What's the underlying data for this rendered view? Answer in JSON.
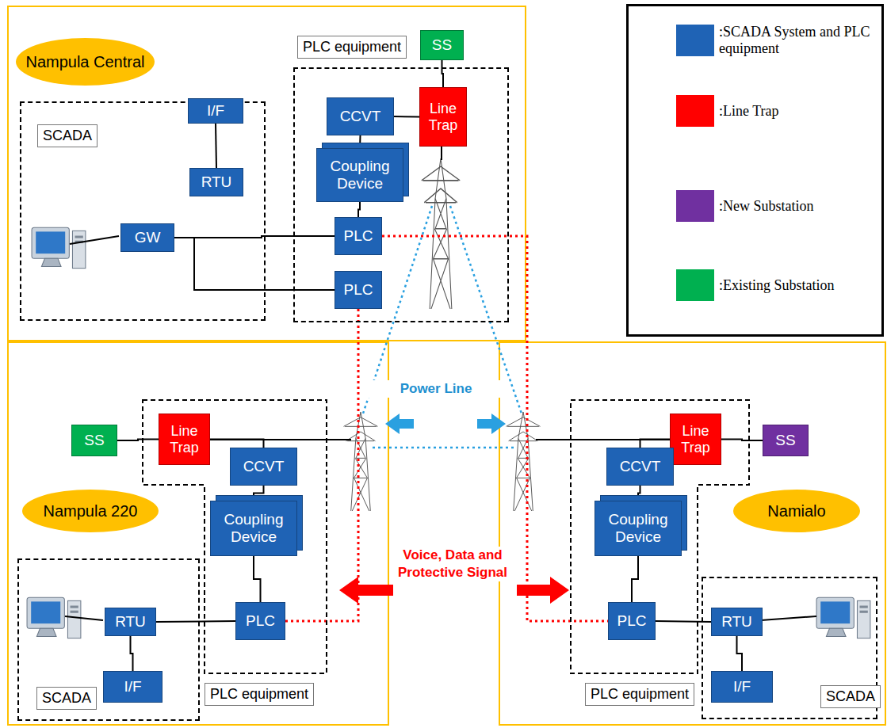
{
  "diagram": {
    "nodes": [
      {
        "text": [
          "Nampula Central"
        ]
      },
      {
        "text": [
          "SCADA"
        ]
      },
      {
        "text": [
          "I/F"
        ],
        "in": 1
      },
      {
        "text": [
          "RTU"
        ],
        "in": 1
      },
      {
        "text": [
          "GW"
        ],
        "in": 1
      },
      {
        "text": [
          "PLC equipment"
        ]
      },
      {
        "text": [
          "SS"
        ]
      },
      {
        "text": [
          "CCVT"
        ],
        "in": 5
      },
      {
        "text": [
          "Line Trap"
        ],
        "in": 5
      },
      {
        "text": [
          "Coupling Device"
        ],
        "in": 5
      },
      {
        "text": [
          "PLC"
        ],
        "in": 5
      },
      {
        "text": [
          "PLC"
        ],
        "in": 5
      },
      {
        "text": [
          "PLC equipment"
        ]
      },
      {
        "text": [
          "SS"
        ]
      },
      {
        "text": [
          "Line Trap"
        ],
        "in": 12
      },
      {
        "text": [
          "CCVT"
        ],
        "in": 12
      },
      {
        "text": [
          "Nampula 220"
        ]
      },
      {
        "text": [
          "Coupling Device"
        ],
        "in": 12
      },
      {
        "text": [
          "SCADA"
        ]
      },
      {
        "text": [
          "RTU"
        ],
        "in": 18
      },
      {
        "text": [
          "PLC"
        ],
        "in": 12
      },
      {
        "text": [
          "I/F"
        ],
        "in": 18
      },
      {
        "text": [
          "PLC equipment"
        ]
      },
      {
        "text": [
          "Line Trap"
        ],
        "in": 22
      },
      {
        "text": [
          "SS"
        ]
      },
      {
        "text": [
          "CCVT"
        ],
        "in": 22
      },
      {
        "text": [
          "Namialo"
        ]
      },
      {
        "text": [
          "Coupling Device"
        ],
        "in": 22
      },
      {
        "text": [
          "SCADA"
        ]
      },
      {
        "text": [
          "PLC"
        ],
        "in": 22
      },
      {
        "text": [
          "RTU"
        ],
        "in": 28
      },
      {
        "text": [
          "I/F"
        ],
        "in": 28
      }
    ],
    "edges": [
      {
        "from": 2,
        "to": 3,
        "arrow": "none"
      },
      {
        "from": 4,
        "to": 10,
        "arrow": "none"
      },
      {
        "from": 4,
        "to": 11,
        "arrow": "none"
      },
      {
        "from": 6,
        "to": 8,
        "arrow": "none"
      },
      {
        "from": 7,
        "to": 8,
        "arrow": "none"
      },
      {
        "from": 7,
        "to": 9,
        "arrow": "none"
      },
      {
        "from": 9,
        "to": 10,
        "arrow": "none"
      },
      {
        "from": 10,
        "to": 29,
        "arrow": "none"
      },
      {
        "from": 11,
        "to": 20,
        "arrow": "none"
      },
      {
        "from": 13,
        "to": 14,
        "arrow": "none"
      },
      {
        "from": 15,
        "to": 14,
        "arrow": "none"
      },
      {
        "from": 15,
        "to": 17,
        "arrow": "none"
      },
      {
        "from": 17,
        "to": 20,
        "arrow": "none"
      },
      {
        "from": 19,
        "to": 20,
        "arrow": "none"
      },
      {
        "from": 19,
        "to": 21,
        "arrow": "none"
      },
      {
        "from": 23,
        "to": 24,
        "arrow": "none"
      },
      {
        "from": 25,
        "to": 23,
        "arrow": "none"
      },
      {
        "from": 25,
        "to": 27,
        "arrow": "none"
      },
      {
        "from": 27,
        "to": 29,
        "arrow": "none"
      },
      {
        "from": 29,
        "to": 30,
        "arrow": "none"
      },
      {
        "from": 30,
        "to": 31,
        "arrow": "none"
      }
    ],
    "labels": [
      "Power Line",
      "Voice, Data and Protective Signal"
    ],
    "legend": [
      {
        "text": ":SCADA System and PLC equipment",
        "color": "#1f63b5"
      },
      {
        "text": ":Line Trap",
        "color": "#ff0000"
      },
      {
        "text": ":New Substation",
        "color": "#7030a0"
      },
      {
        "text": ":Existing Substation",
        "color": "#00b050"
      }
    ]
  }
}
